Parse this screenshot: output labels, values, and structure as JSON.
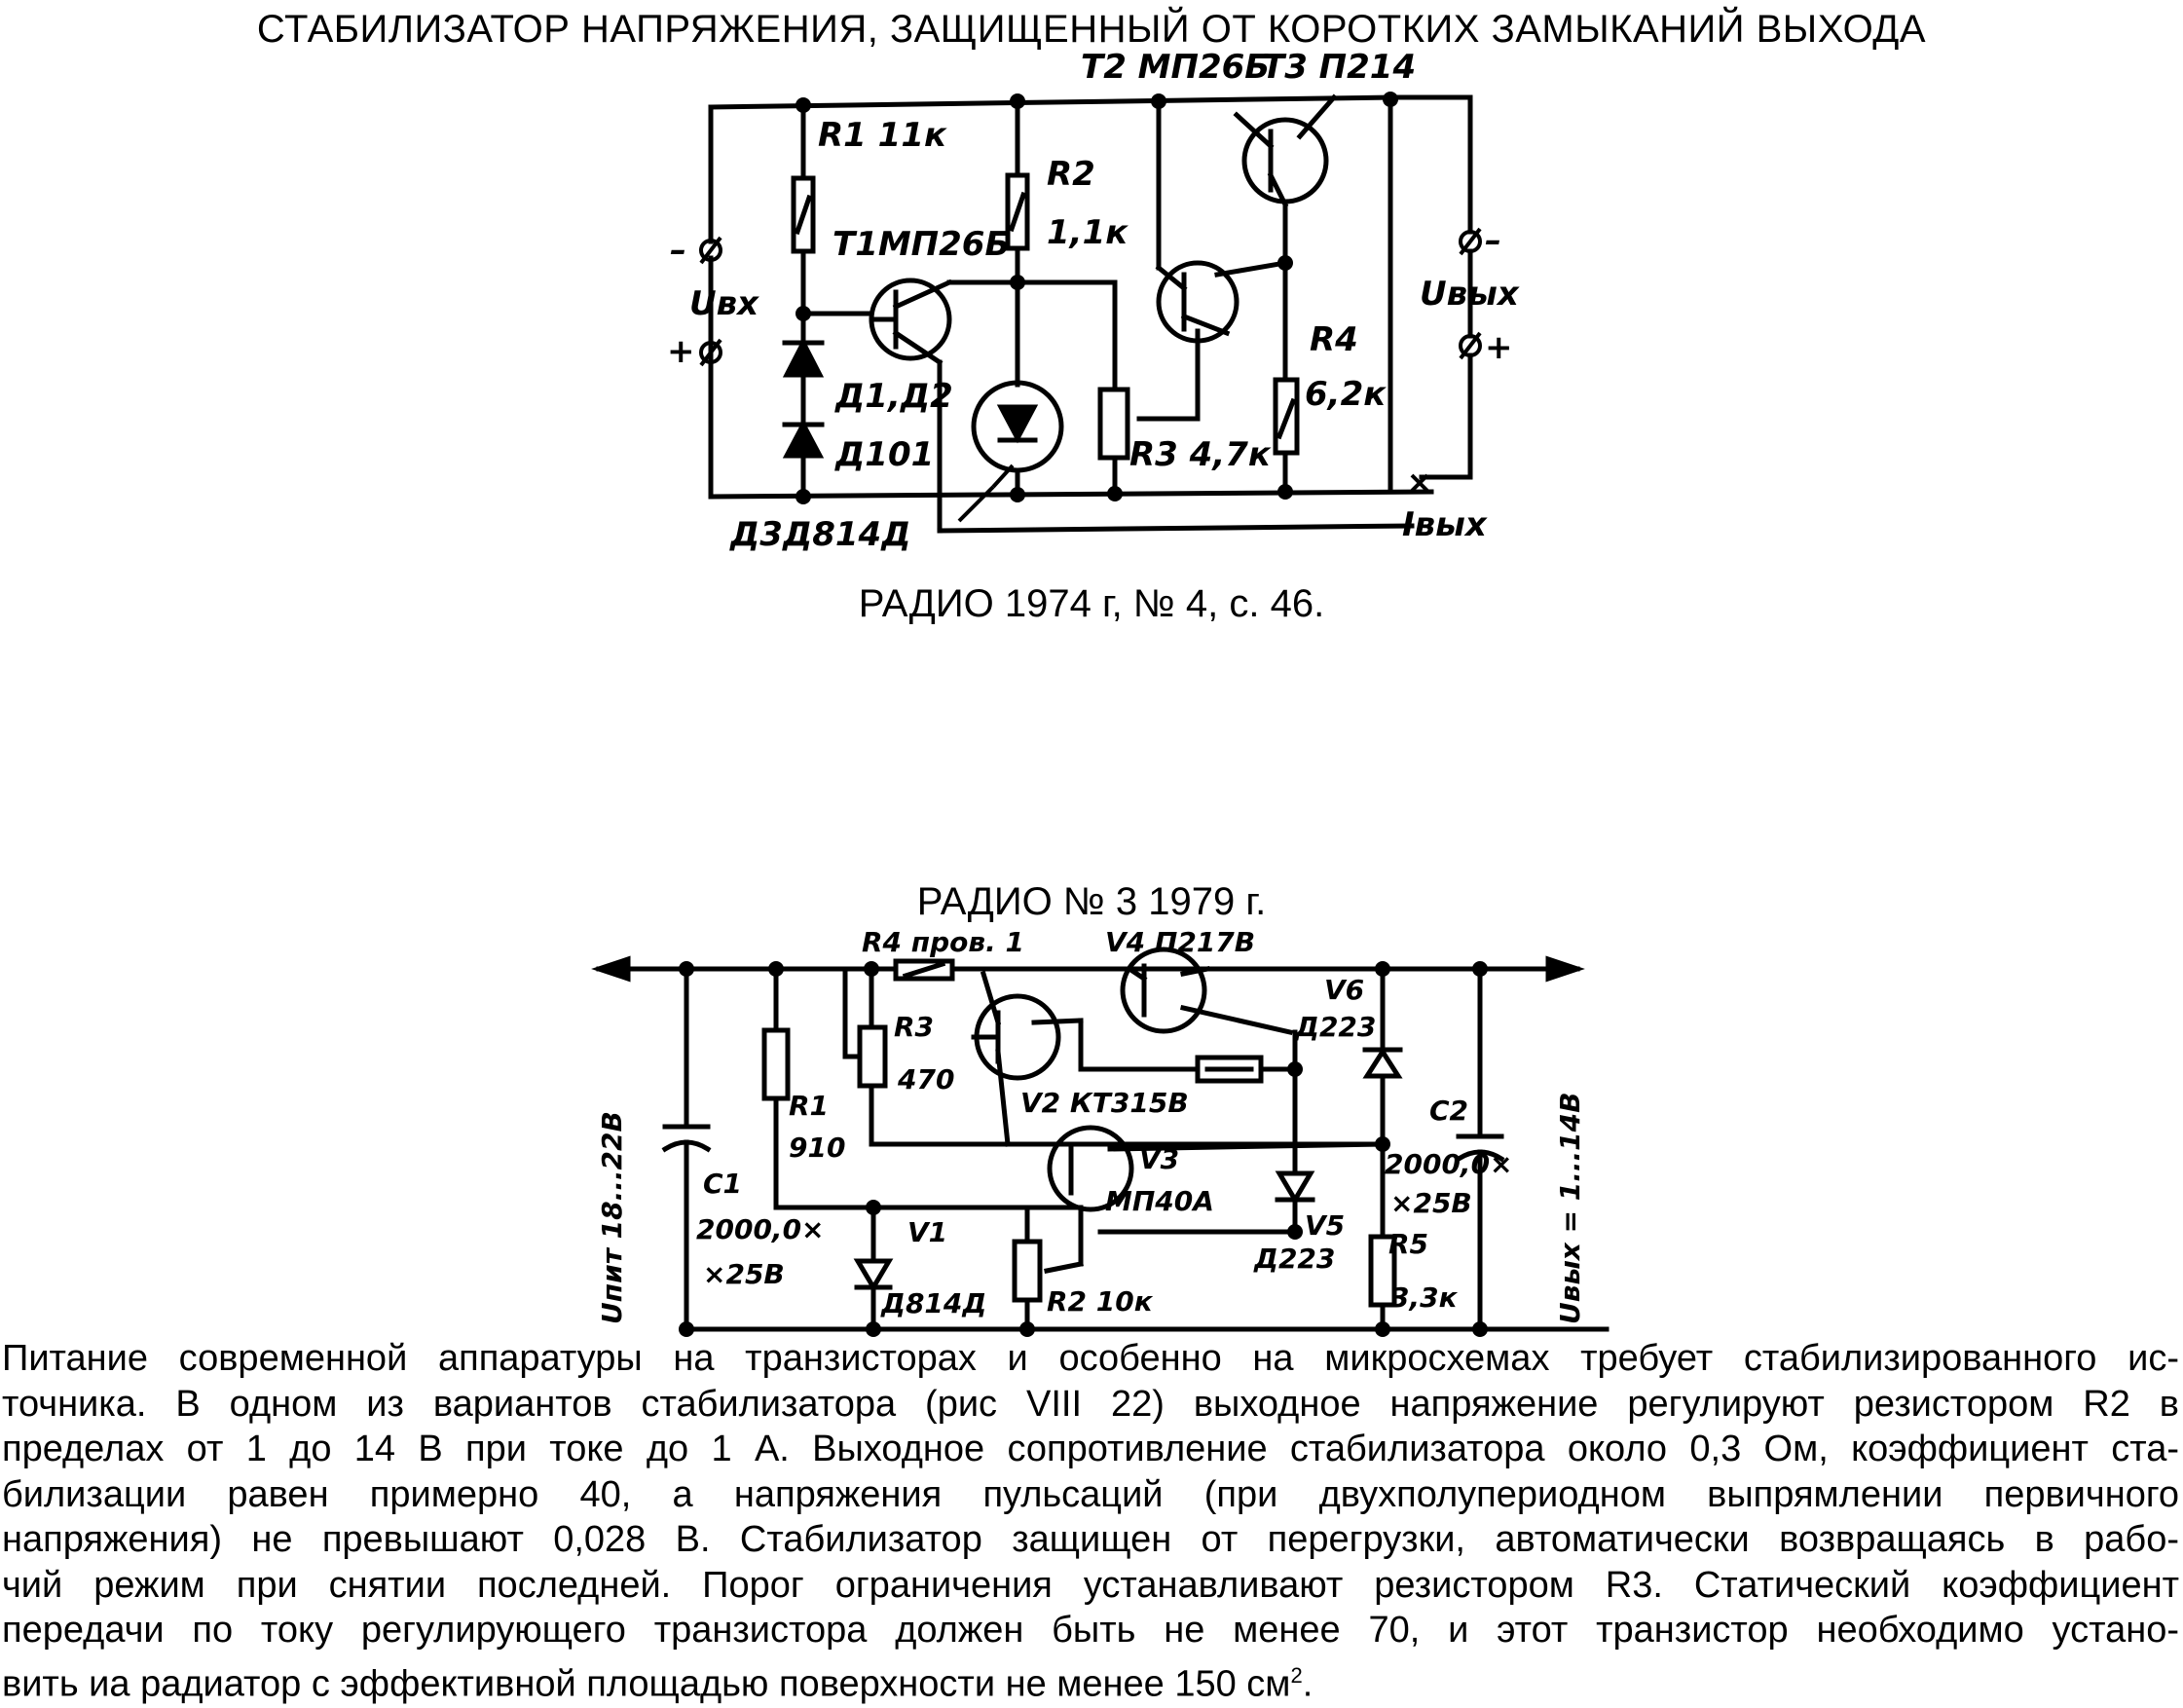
{
  "title": "СТАБИЛИЗАТОР НАПРЯЖЕНИЯ, ЗАЩИЩЕННЫЙ ОТ КОРОТКИХ ЗАМЫКАНИЙ ВЫХОДА",
  "citation1": "РАДИО 1974 г, № 4, с. 46.",
  "citation2": "РАДИО № 3 1979 г.",
  "diagram1": {
    "labels": {
      "r1": "R1 11к",
      "r2": "R2",
      "r2v": "1,1к",
      "t1": "Т1МП26Б",
      "t2": "Т2 МП26Б",
      "t3": "Т3 П214",
      "d12": "Д1,Д2",
      "d101": "Д101",
      "d3": "Д3Д814Д",
      "r3": "R3 4,7к",
      "r4": "R4",
      "r4v": "6,2к",
      "uin": "Uвх",
      "uout": "Uвых",
      "iout": "Iвых",
      "in_minus": "–",
      "in_plus": "+",
      "out_minus": "–",
      "out_plus": "+"
    }
  },
  "diagram2": {
    "labels": {
      "r4": "R4 пров. 1",
      "v4": "V4 П217В",
      "r3": "R3",
      "r3v": "470",
      "v6": "V6",
      "v6t": "Д223",
      "r1": "R1",
      "r1v": "910",
      "v2": "V2 КТ315В",
      "c2": "С2",
      "c2v": "2000,0×",
      "c2v2": "×25В",
      "c1": "С1",
      "c1v": "2000,0×",
      "c1v2": "×25В",
      "v3": "V3",
      "v3t": "МП40А",
      "v1": "V1",
      "v1t": "Д814Д",
      "r2": "R2 10к",
      "v5": "V5",
      "v5t": "Д223",
      "r5": "R5",
      "r5v": "3,3к",
      "uin": "Uпит 18...22В",
      "uout": "Uвых = 1...14В"
    }
  },
  "paragraph": [
    "Питание современной аппаратуры на транзисторах и особенно на микросхемах требует стабилизированного ис-",
    "точника. В одном из вариантов стабилизатора (рис VIII 22) выходное напряжение регулируют резистором R2 в",
    "пределах от 1 до 14 В при токе до 1 А. Выходное сопротивление стабилизатора около 0,3 Ом, коэффициент ста-",
    "билизации равен примерно 40, а напряжения пульсаций (при двухполупериодном выпрямлении первичного",
    "напряжения) не превышают 0,028 В. Стабилизатор защищен от перегрузки, автоматически возвращаясь в рабо-",
    "чий режим при снятии последней. Порог ограничения устанавливают резистором R3. Статический коэффициент",
    "передачи по току регулирующего транзистора должен быть не менее 70, и этот транзистор необходимо устано-",
    "вить иа радиатор с эффективной площадью поверхности не менее 150 см"
  ],
  "superscript": "2",
  "paragraph_end": "."
}
